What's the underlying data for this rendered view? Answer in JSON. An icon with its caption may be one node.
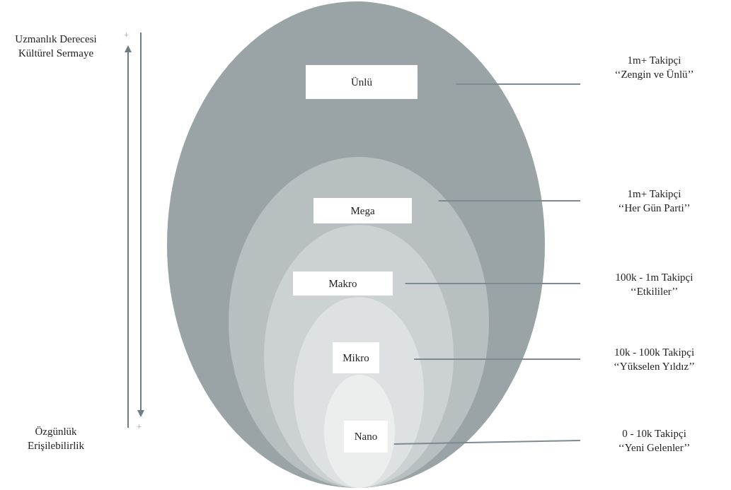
{
  "diagram": {
    "nodes": [
      {
        "text": [
          "Ünlü"
        ]
      },
      {
        "text": [
          "Mega"
        ],
        "in": 0
      },
      {
        "text": [
          "Makro"
        ],
        "in": 1
      },
      {
        "text": [
          "Mikro"
        ],
        "in": 2
      },
      {
        "text": [
          "Nano"
        ],
        "in": 3
      },
      {
        "text": [
          "1m+ Takipçi",
          "‘‘Zengin ve Ünlü’’"
        ]
      },
      {
        "text": [
          "1m+ Takipçi",
          "‘‘Her Gün Parti’’"
        ]
      },
      {
        "text": [
          "100k - 1m Takipçi",
          "‘‘Etkililer’’"
        ]
      },
      {
        "text": [
          "10k - 100k Takipçi",
          "‘‘Yükselen Yıldız’’"
        ]
      },
      {
        "text": [
          "0 - 10k Takipçi",
          "‘‘Yeni Gelenler’’"
        ]
      }
    ],
    "edges": [
      {
        "from": 5,
        "to": 0,
        "arrow": "none"
      },
      {
        "from": 6,
        "to": 1,
        "arrow": "none"
      },
      {
        "from": 7,
        "to": 2,
        "arrow": "none"
      },
      {
        "from": 8,
        "to": 3,
        "arrow": "none"
      },
      {
        "from": 9,
        "to": 4,
        "arrow": "none"
      }
    ],
    "labels": [
      "Uzmanlık Derecesi",
      "Kültürel Sermaye",
      "+",
      "Özgünlük",
      "Erişilebilirlik",
      "+"
    ]
  }
}
